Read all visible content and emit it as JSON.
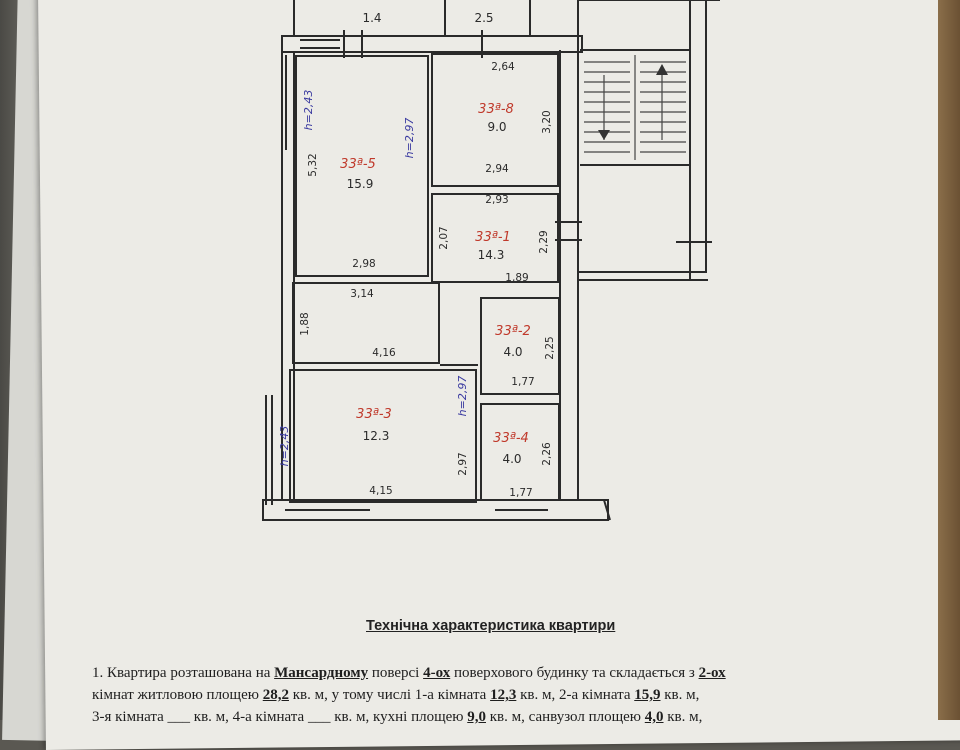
{
  "rooms": [
    {
      "code": "33ª-8",
      "area": "9.0"
    },
    {
      "code": "33ª-5",
      "area": "15.9"
    },
    {
      "code": "33ª-1",
      "area": "14.3"
    },
    {
      "code": "33ª-2",
      "area": "4.0"
    },
    {
      "code": "33ª-3",
      "area": "12.3"
    },
    {
      "code": "33ª-4",
      "area": "4.0"
    }
  ],
  "top_cut_rooms": [
    {
      "area": "1.4"
    },
    {
      "area": "2.5"
    }
  ],
  "dimensions": [
    "2,64",
    "3,20",
    "2,94",
    "2,93",
    "5,32",
    "2,98",
    "2,07",
    "2,29",
    "1,89",
    "3,14",
    "1,88",
    "4,16",
    "2,25",
    "1,77",
    "2,97",
    "4,15",
    "2,26",
    "1,77"
  ],
  "heights": [
    "h=2,43",
    "h=2,97",
    "h=2,97",
    "h=2,43"
  ],
  "heading": "Технічна характеристика квартири",
  "paragraph": {
    "p1": "1.  Квартира  розташована на ",
    "floor": "Мансардному",
    "p2": "  поверсі ",
    "storeys": "4-ох",
    "p3": "  поверхового будинку та складається з ",
    "rooms_count": "2-ох",
    "p4": "кімнат  житловою площею ",
    "living_area": "28,2",
    "p5": "  кв. м, у тому числі 1-а кімната  ",
    "room1_area": "12,3",
    "p6": "  кв. м,  2-а кімната  ",
    "room2_area": "15,9",
    "p7": "  кв. м,",
    "p8": "3-я кімната ___ кв. м, 4-а кімната ___ кв. м, кухні площею ",
    "kitchen_area": "9,0",
    "p9": "  кв. м, санвузол  площею ",
    "bath_area": "4,0",
    "p10": "  кв. м,"
  }
}
